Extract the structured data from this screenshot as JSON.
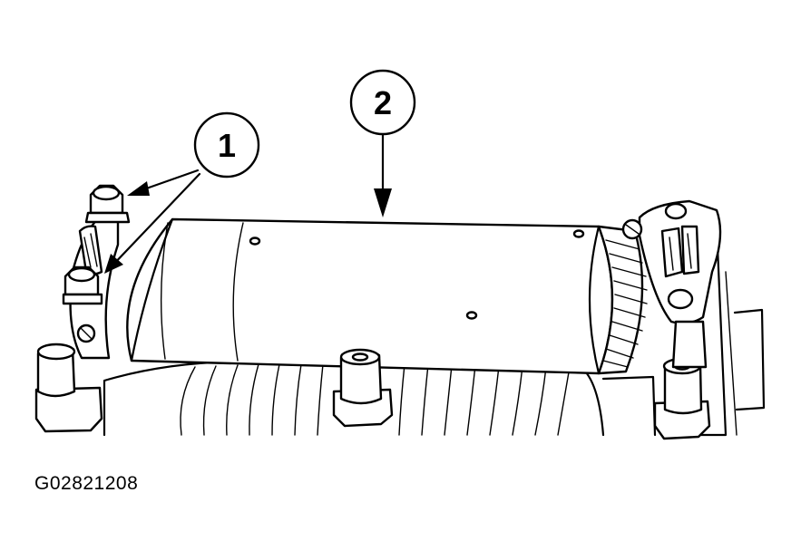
{
  "callouts": [
    {
      "id": "1",
      "label": "1"
    },
    {
      "id": "2",
      "label": "2"
    }
  ],
  "figure_code": "G02821208",
  "colors": {
    "ink": "#000000",
    "paper": "#ffffff"
  }
}
